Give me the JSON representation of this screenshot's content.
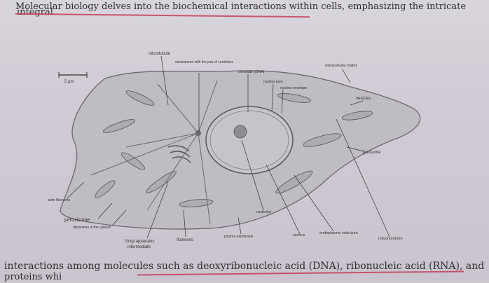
{
  "text": {
    "heading_fragment": "integral",
    "line1": "Molecular biology delves into the biochemical interactions within cells, emphasizing the intricate",
    "bottom_line": "interactions among molecules such as deoxyribonucleic acid (DNA), ribonucleic acid (RNA), and",
    "bottom_cut": "proteins whi"
  },
  "diagram": {
    "scale_bar": "5 µm",
    "labels": {
      "microtubule": "microtubule",
      "centrosome": "centrosome with the pair of centrioles",
      "chromatin": "chromatin (DNA)",
      "nuclear_pore": "nuclear pore",
      "nuclear_envelope": "nuclear envelope",
      "extracellular_matrix": "extracellular matrix",
      "vesicles": "vesicles",
      "lysosome": "lysosome",
      "actin_filaments": "actin filaments",
      "peroxisome": "peroxisome",
      "ribosomes": "ribosomes in the cytosol",
      "golgi": "Golgi apparatus",
      "intermediate": "intermediate",
      "filaments": "filaments",
      "plasma_membrane": "plasma membrane",
      "nucleolus": "nucleolus",
      "nucleus": "nucleus",
      "er": "endoplasmic reticulum",
      "mitochondrion": "mitochondrion"
    }
  }
}
